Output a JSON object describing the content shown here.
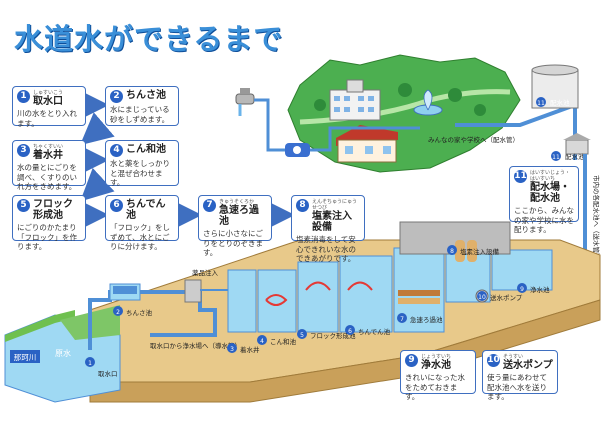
{
  "title": "水道水ができるまで",
  "cards": [
    {
      "num": "1",
      "ruby": "しゅすいこう",
      "title": "取水口",
      "desc": "川の水をとり入れます。"
    },
    {
      "num": "2",
      "ruby": "",
      "title": "ちんさ池",
      "desc": "水にまじっている砂をしずめます。"
    },
    {
      "num": "3",
      "ruby": "ちゃくすいい",
      "title": "着水井",
      "desc": "水の量とにごりを調べ、くすりのいれ方をきめます。"
    },
    {
      "num": "4",
      "ruby": "",
      "title": "こん和池",
      "desc": "水と薬をしっかりと混ぜ合わせます。"
    },
    {
      "num": "5",
      "ruby": "",
      "title": "フロック形成池",
      "desc": "にごりのかたまり「フロック」を作ります。"
    },
    {
      "num": "6",
      "ruby": "",
      "title": "ちんでん池",
      "desc": "「フロック」をしずめて、水とにごりに分けます。"
    },
    {
      "num": "7",
      "ruby": "きゅうそくろか",
      "title": "急速ろ過池",
      "desc": "さらに小さなにごりをとりのぞきます。"
    },
    {
      "num": "8",
      "ruby": "えんそちゅうにゅうせつび",
      "title": "塩素注入設備",
      "desc": "塩素消毒をして安心できれいな水のできあがりです。"
    },
    {
      "num": "9",
      "ruby": "じょうすいち",
      "title": "浄水池",
      "desc": "きれいになった水をためておきます。"
    },
    {
      "num": "10",
      "ruby": "そうすい",
      "title": "送水ポンプ",
      "desc": "使う量にあわせて配水池へ水を送ります。"
    },
    {
      "num": "11",
      "ruby": "はいすいじょう・はいすいち",
      "title": "配水場・配水池",
      "desc": "ここから、みんなの家や学校に水を配ります。"
    }
  ],
  "labels": {
    "houses": "みんなの家や学校へ（配水管）",
    "haisuichi_top": "配水池",
    "haisuichi_side": "配水池",
    "pipe_right": "市内の各配水池へ（送水管）",
    "river": "那珂川",
    "gensui": "原水",
    "intake": "取水口",
    "chinsa": "ちんさ池",
    "pipe_mid": "取水口から浄水場へ（導水管）",
    "yakuhin": "薬品注入",
    "chakusui": "着水井",
    "konwa": "こん和池",
    "floc": "フロック形成池",
    "chinden": "ちんでん池",
    "rokachi": "急速ろ過池",
    "enso": "塩素注入設備",
    "pump": "送水ポンプ",
    "jousui": "浄水池",
    "n1": "1",
    "n2": "2",
    "n3": "3",
    "n4": "4",
    "n5": "5",
    "n6": "6",
    "n7": "7",
    "n8": "8",
    "n9": "9",
    "n10": "10",
    "n11": "11"
  },
  "colors": {
    "title": "#3a8fd8",
    "badge": "#2a62c4",
    "land": "#4caf50",
    "water": "#9fd9f3",
    "ground": "#e8c98a",
    "pipe": "#4f8fd6"
  }
}
